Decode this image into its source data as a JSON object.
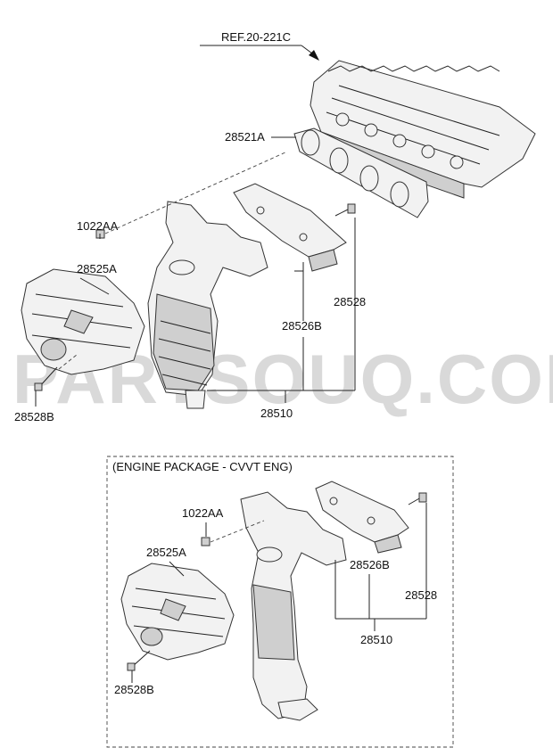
{
  "watermark": "PARTSOUQ.COM",
  "reference": "REF.20-221C",
  "engine_package_label": "(ENGINE PACKAGE - CVVT ENG)",
  "labels": {
    "gasket": "28521A",
    "nut_top": "1022AA",
    "heat_protector_top": "28525A",
    "bolt_left_top": "28528B",
    "manifold_top": "28510",
    "heat_shield_top": "28526B",
    "bolt_right_top": "28528",
    "nut_bottom": "1022AA",
    "heat_protector_bottom": "28525A",
    "bolt_left_bottom": "28528B",
    "heat_shield_bottom": "28526B",
    "bolt_right_bottom": "28528",
    "manifold_bottom": "28510"
  }
}
